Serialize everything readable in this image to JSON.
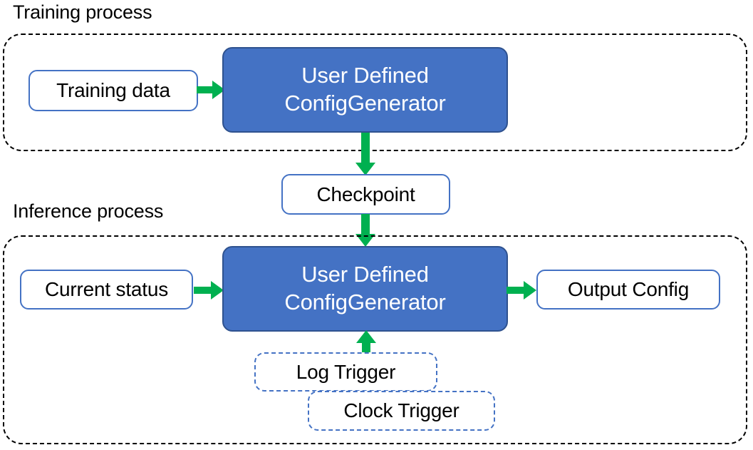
{
  "diagram": {
    "title_training": "Training process",
    "title_inference": "Inference process",
    "colors": {
      "node_fill_blue": "#4472C4",
      "node_border_blue": "#2F528F",
      "outline_blue": "#4472C4",
      "arrow_green": "#00B050",
      "container_dash_black": "#000000",
      "text_light": "#FFFFFF",
      "text_dark": "#000000"
    },
    "nodes": {
      "training_data": "Training data",
      "training_generator_line1": "User Defined",
      "training_generator_line2": "ConfigGenerator",
      "checkpoint": "Checkpoint",
      "current_status": "Current status",
      "inference_generator_line1": "User Defined",
      "inference_generator_line2": "ConfigGenerator",
      "output_config": "Output Config",
      "log_trigger": "Log Trigger",
      "clock_trigger": "Clock Trigger"
    },
    "edges": [
      {
        "id": "training-data-to-generator",
        "from": "Training data",
        "to": "User Defined ConfigGenerator",
        "direction": "right"
      },
      {
        "id": "generator-to-checkpoint",
        "from": "User Defined ConfigGenerator",
        "to": "Checkpoint",
        "direction": "down"
      },
      {
        "id": "checkpoint-to-inference-generator",
        "from": "Checkpoint",
        "to": "User Defined ConfigGenerator",
        "direction": "down"
      },
      {
        "id": "current-status-to-generator",
        "from": "Current status",
        "to": "User Defined ConfigGenerator",
        "direction": "right"
      },
      {
        "id": "generator-to-output-config",
        "from": "User Defined ConfigGenerator",
        "to": "Output Config",
        "direction": "right"
      },
      {
        "id": "triggers-to-generator",
        "from": "Log Trigger / Clock Trigger",
        "to": "User Defined ConfigGenerator",
        "direction": "up"
      }
    ]
  }
}
